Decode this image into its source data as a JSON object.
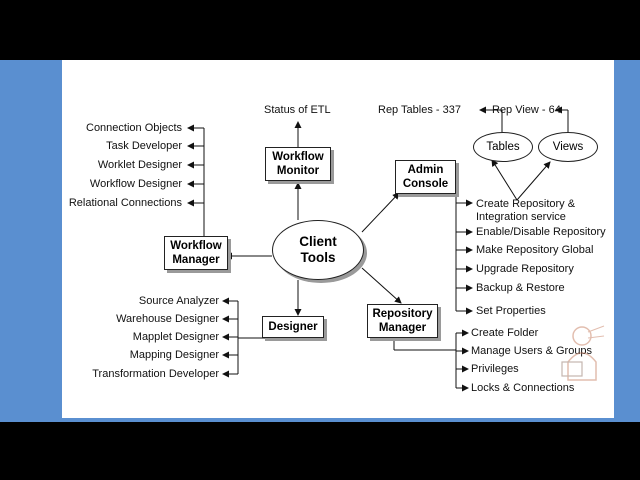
{
  "diagram": {
    "center": {
      "line1": "Client",
      "line2": "Tools"
    },
    "boxes": {
      "workflow_monitor": {
        "line1": "Workflow",
        "line2": "Monitor"
      },
      "admin_console": {
        "line1": "Admin",
        "line2": "Console"
      },
      "workflow_manager": {
        "line1": "Workflow",
        "line2": "Manager"
      },
      "designer": {
        "line1": "Designer"
      },
      "repository_manager": {
        "line1": "Repository",
        "line2": "Manager"
      }
    },
    "status_of_etl": "Status of ETL",
    "rep_tables": "Rep Tables - 337",
    "rep_view": "Rep View - 64",
    "tables": "Tables",
    "views": "Views",
    "workflow_manager_items": [
      "Connection Objects",
      "Task Developer",
      "Worklet Designer",
      "Workflow Designer",
      "Relational Connections"
    ],
    "designer_items": [
      "Source Analyzer",
      "Warehouse Designer",
      "Mapplet Designer",
      "Mapping Designer",
      "Transformation Developer"
    ],
    "admin_console_items": [
      "Create Repository &",
      "Integration service",
      "Enable/Disable Repository",
      "Make Repository Global",
      "Upgrade Repository",
      "Backup & Restore",
      "Set Properties"
    ],
    "repository_manager_items": [
      "Create Folder",
      "Manage Users & Groups",
      "Privileges",
      "Locks & Connections"
    ]
  }
}
